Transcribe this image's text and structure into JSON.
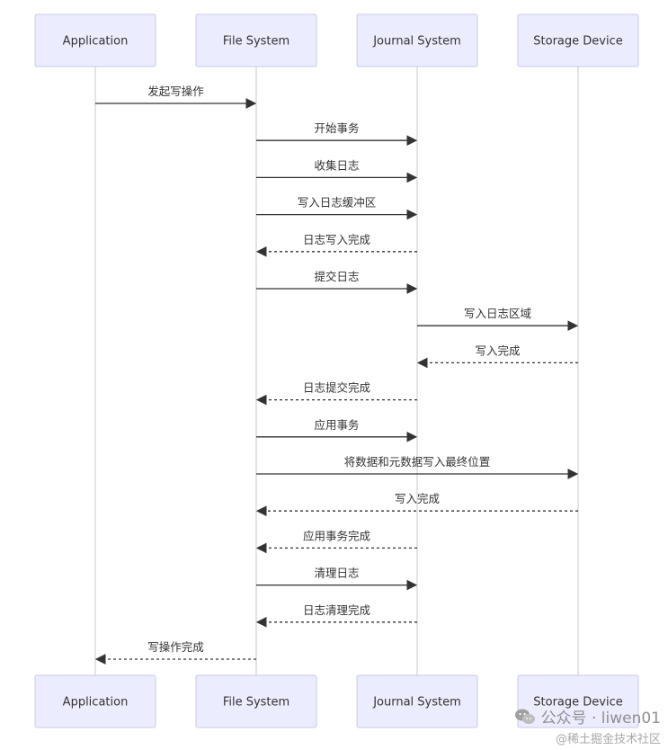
{
  "actors": [
    "Application",
    "File System",
    "Journal System",
    "Storage Device"
  ],
  "messages": [
    {
      "from": 0,
      "to": 1,
      "label": "发起写操作",
      "dashed": false
    },
    {
      "from": 1,
      "to": 2,
      "label": "开始事务",
      "dashed": false
    },
    {
      "from": 1,
      "to": 2,
      "label": "收集日志",
      "dashed": false
    },
    {
      "from": 1,
      "to": 2,
      "label": "写入日志缓冲区",
      "dashed": false
    },
    {
      "from": 2,
      "to": 1,
      "label": "日志写入完成",
      "dashed": true
    },
    {
      "from": 1,
      "to": 2,
      "label": "提交日志",
      "dashed": false
    },
    {
      "from": 2,
      "to": 3,
      "label": "写入日志区域",
      "dashed": false
    },
    {
      "from": 3,
      "to": 2,
      "label": "写入完成",
      "dashed": true
    },
    {
      "from": 2,
      "to": 1,
      "label": "日志提交完成",
      "dashed": true
    },
    {
      "from": 1,
      "to": 2,
      "label": "应用事务",
      "dashed": false
    },
    {
      "from": 1,
      "to": 3,
      "label": "将数据和元数据写入最终位置",
      "dashed": false
    },
    {
      "from": 3,
      "to": 1,
      "label": "写入完成",
      "dashed": true
    },
    {
      "from": 2,
      "to": 1,
      "label": "应用事务完成",
      "dashed": true
    },
    {
      "from": 1,
      "to": 2,
      "label": "清理日志",
      "dashed": false
    },
    {
      "from": 2,
      "to": 1,
      "label": "日志清理完成",
      "dashed": true
    },
    {
      "from": 1,
      "to": 0,
      "label": "写操作完成",
      "dashed": true
    }
  ],
  "watermark": {
    "line1": "公众号 · liwen01",
    "line2": "@稀土掘金技术社区",
    "icon": "wechat-icon"
  },
  "colors": {
    "actor_fill": "#ececff",
    "actor_border": "#c9c9ee",
    "lifeline": "#d2d2d2",
    "arrow": "#333333"
  }
}
